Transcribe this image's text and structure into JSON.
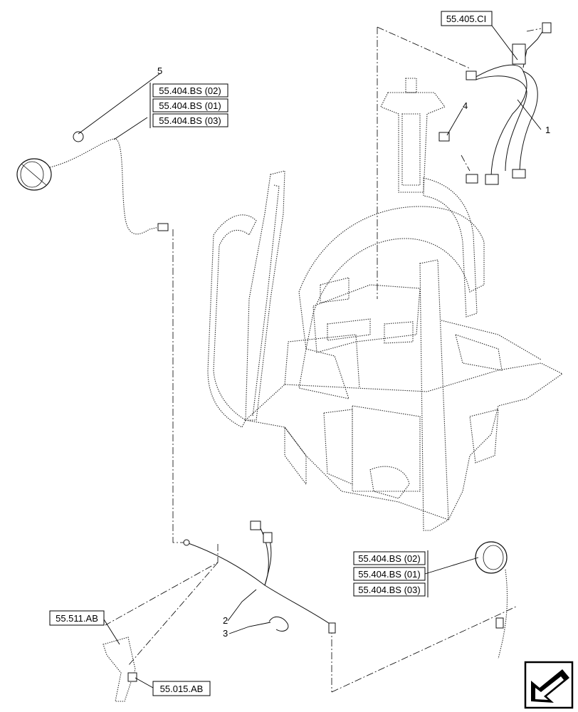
{
  "refs": {
    "top_right": "55.405.CI",
    "left_1": "55.404.BS (02)",
    "left_2": "55.404.BS (01)",
    "left_3": "55.404.BS (03)",
    "right_1": "55.404.BS (02)",
    "right_2": "55.404.BS (01)",
    "right_3": "55.404.BS (03)",
    "bottom_left": "55.511.AB",
    "bottom_mid": "55.015.AB"
  },
  "items": {
    "n1": "1",
    "n2": "2",
    "n3": "3",
    "n4": "4",
    "n5": "5"
  },
  "icons": {
    "nav": "arrow-left-icon"
  }
}
